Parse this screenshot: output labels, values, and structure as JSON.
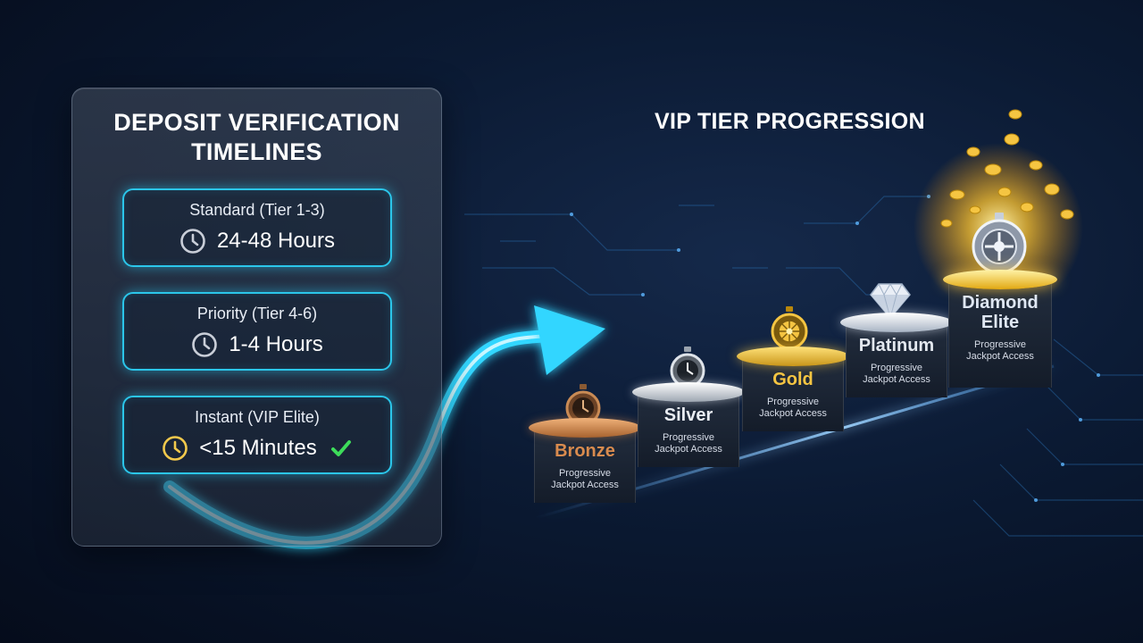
{
  "panel": {
    "title": "DEPOSIT VERIFICATION TIMELINES",
    "cards": [
      {
        "label": "Standard (Tier 1-3)",
        "value": "24-48 Hours",
        "icon": "clock-icon",
        "icon_color": "#c9ced8"
      },
      {
        "label": "Priority (Tier 4-6)",
        "value": "1-4 Hours",
        "icon": "clock-icon",
        "icon_color": "#c9ced8"
      },
      {
        "label": "Instant (VIP Elite)",
        "value": "<15 Minutes",
        "icon": "clock-icon",
        "icon_color": "#f2c94c",
        "badge_icon": "check-icon",
        "badge_color": "#3ddc5a"
      }
    ]
  },
  "vip": {
    "title": "VIP TIER PROGRESSION",
    "tiers": [
      {
        "name": "Bronze",
        "desc_1": "Progressive",
        "desc_2": "Jackpot Access",
        "color": "#d98b4e",
        "icon": "stopwatch-icon"
      },
      {
        "name": "Silver",
        "desc_1": "Progressive",
        "desc_2": "Jackpot Access",
        "color": "#e9edf3",
        "icon": "stopwatch-icon"
      },
      {
        "name": "Gold",
        "desc_1": "Progressive",
        "desc_2": "Jackpot Access",
        "color": "#f5c542",
        "icon": "roulette-icon"
      },
      {
        "name": "Platinum",
        "desc_1": "Progressive",
        "desc_2": "Jackpot Access",
        "color": "#e3e8ef",
        "icon": "diamond-icon"
      },
      {
        "name": "Diamond Elite",
        "desc_1": "Progressive",
        "desc_2": "Jackpot Access",
        "color": "#dfe7f3",
        "icon": "vault-dial-icon"
      }
    ]
  },
  "colors": {
    "accent_cyan": "#2bc6ea",
    "background": "#0b1a33",
    "gold": "#f5c542"
  }
}
